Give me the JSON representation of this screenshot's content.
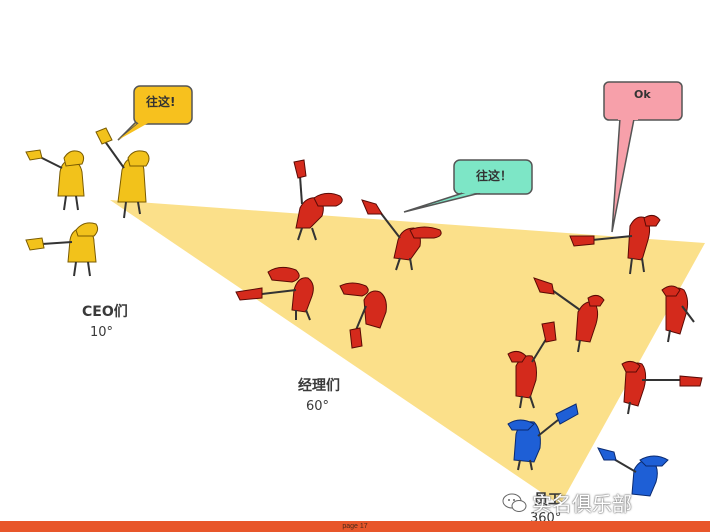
{
  "groups": {
    "ceo": {
      "name": "CEO们",
      "angle": "10°"
    },
    "managers": {
      "name": "经理们",
      "angle": "60°"
    },
    "employees": {
      "name": "员工",
      "angle": "360°"
    }
  },
  "bubbles": {
    "ceo": "往这!",
    "manager": "往这！",
    "employee": "Ok"
  },
  "footer": {
    "page": "page 17"
  },
  "watermark": {
    "text": "实名俱乐部",
    "icon": "wechat-icon"
  },
  "colors": {
    "cone": "#fbe08a",
    "ceo_figure": "#f2c21b",
    "manager_figure": "#d42a1c",
    "employee_blue": "#1e5fd6",
    "bubble_yellow": "#f7c11e",
    "bubble_teal": "#7de6c6",
    "bubble_pink": "#f7a0aa",
    "footer_bar": "#e8562a"
  }
}
